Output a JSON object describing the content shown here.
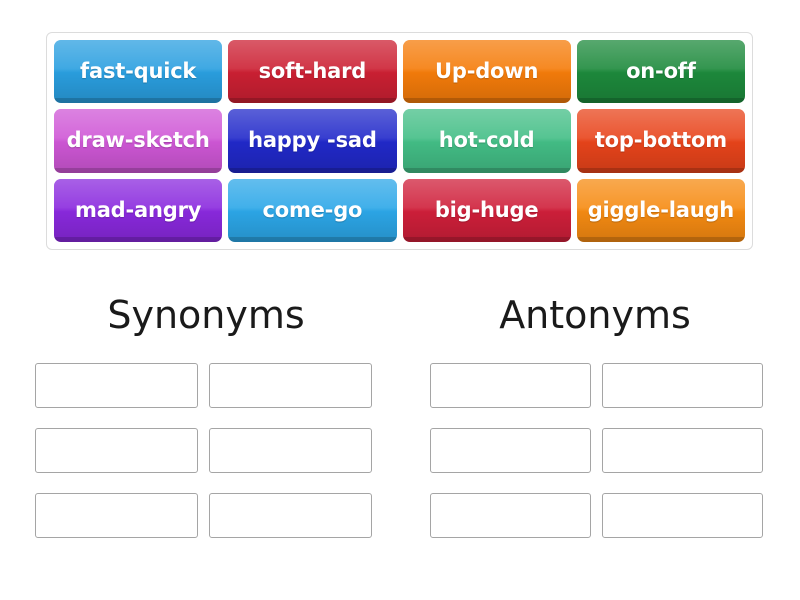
{
  "activity": {
    "type": "word-sort-drag-and-drop"
  },
  "tile_tray": {
    "tiles": [
      {
        "label": "fast-quick",
        "color": "#2a9fe0",
        "name": "tile-fast-quick"
      },
      {
        "label": "soft-hard",
        "color": "#cc2033",
        "name": "tile-soft-hard"
      },
      {
        "label": "Up-down",
        "color": "#f57c0a",
        "name": "tile-up-down"
      },
      {
        "label": "on-off",
        "color": "#1d8a3c",
        "name": "tile-on-off"
      },
      {
        "label": "draw-sketch",
        "color": "#cf57d6",
        "name": "tile-draw-sketch"
      },
      {
        "label": "happy -sad",
        "color": "#2129ca",
        "name": "tile-happy-sad"
      },
      {
        "label": "hot-cold",
        "color": "#43be86",
        "name": "tile-hot-cold"
      },
      {
        "label": "top-bottom",
        "color": "#e8441b",
        "name": "tile-top-bottom"
      },
      {
        "label": "mad-angry",
        "color": "#8a29de",
        "name": "tile-mad-angry"
      },
      {
        "label": "come-go",
        "color": "#2ca7e8",
        "name": "tile-come-go"
      },
      {
        "label": "big-huge",
        "color": "#cf1f3a",
        "name": "tile-big-huge"
      },
      {
        "label": "giggle-laugh",
        "color": "#f68b12",
        "name": "tile-giggle-laugh"
      }
    ]
  },
  "categories": [
    {
      "heading": "Synonyms",
      "name": "synonyms",
      "slots": [
        "",
        "",
        "",
        "",
        "",
        ""
      ]
    },
    {
      "heading": "Antonyms",
      "name": "antonyms",
      "slots": [
        "",
        "",
        "",
        "",
        "",
        ""
      ]
    }
  ],
  "colors": {
    "page_background": "#ffffff",
    "tray_border": "#dcdcdc",
    "dropzone_border": "#a5a5a5",
    "heading_text": "#1a1a1a",
    "tile_text": "#ffffff"
  }
}
